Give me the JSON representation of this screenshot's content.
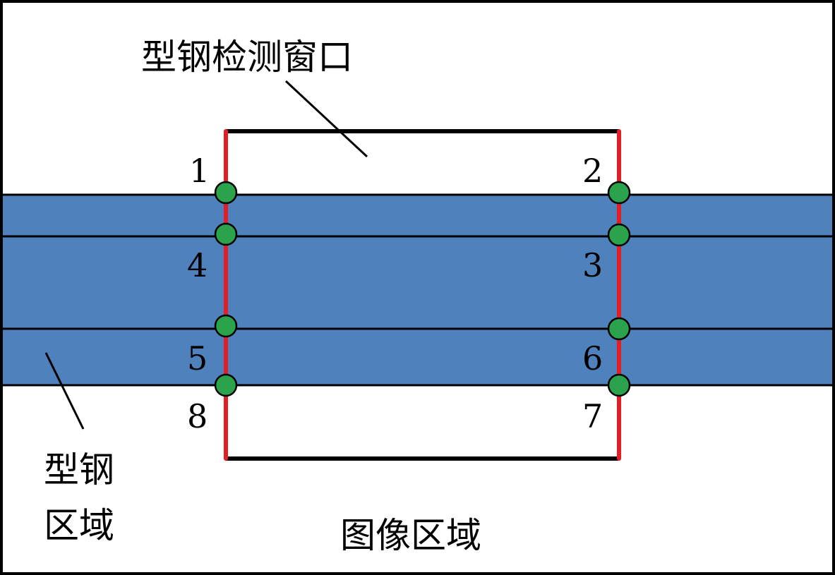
{
  "title": "型钢检测窗口",
  "steel_label_line1": "型钢",
  "steel_label_line2": "区域",
  "image_region_label": "图像区域",
  "points": [
    {
      "id": "1",
      "label": "1"
    },
    {
      "id": "2",
      "label": "2"
    },
    {
      "id": "3",
      "label": "3"
    },
    {
      "id": "4",
      "label": "4"
    },
    {
      "id": "5",
      "label": "5"
    },
    {
      "id": "6",
      "label": "6"
    },
    {
      "id": "7",
      "label": "7"
    },
    {
      "id": "8",
      "label": "8"
    }
  ],
  "colors": {
    "steel": "#4f81bd",
    "window_side": "#e31e24",
    "point": "#2ba24c",
    "line": "#000000"
  }
}
